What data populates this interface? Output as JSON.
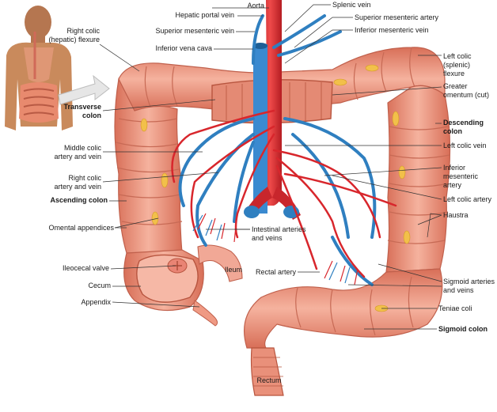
{
  "labels": {
    "aorta": "Aorta",
    "hepatic_portal_vein": "Hepatic portal vein",
    "superior_mesenteric_vein": "Superior mesenteric vein",
    "inferior_vena_cava": "Inferior vena cava",
    "right_colic_flexure": "Right colic\n(hepatic) flexure",
    "transverse_colon": "Transverse\ncolon",
    "middle_colic": "Middle colic\nartery and vein",
    "right_colic": "Right colic\nartery and vein",
    "ascending_colon": "Ascending colon",
    "omental_appendices": "Omental appendices",
    "ileocecal_valve": "Ileocecal valve",
    "cecum": "Cecum",
    "appendix": "Appendix",
    "splenic_vein": "Splenic vein",
    "superior_mesenteric_artery": "Superior mesenteric artery",
    "inferior_mesenteric_vein": "Inferior mesenteric vein",
    "left_colic_flexure": "Left colic\n(splenic)\nflexure",
    "greater_omentum": "Greater\nomentum (cut)",
    "descending_colon": "Descending\ncolon",
    "left_colic_vein": "Left colic vein",
    "inferior_mesenteric_artery": "Inferior\nmesenteric\nartery",
    "left_colic_artery": "Left colic artery",
    "haustra": "Haustra",
    "intestinal_arteries": "Intestinal arteries\nand veins",
    "rectal_artery": "Rectal artery",
    "sigmoid_arteries": "Sigmoid arteries\nand veins",
    "teniae_coli": "Teniae coli",
    "sigmoid_colon": "Sigmoid colon",
    "ileum": "Ileum",
    "rectum": "Rectum"
  },
  "colors": {
    "colon": "#ef9a84",
    "colon_dark": "#c8604c",
    "artery": "#d8262c",
    "vein": "#2f7fc0",
    "fat": "#f2c04a",
    "skin": "#c98a5c"
  }
}
